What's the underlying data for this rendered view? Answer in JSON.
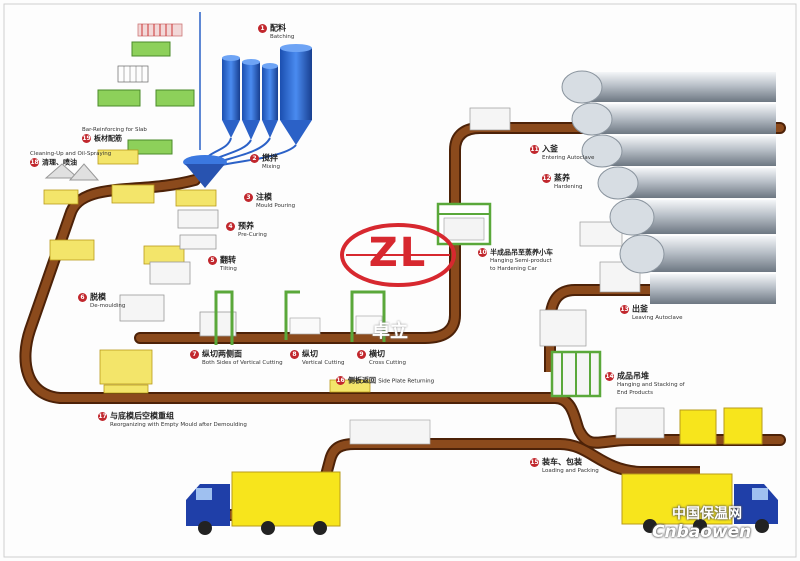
{
  "steps": [
    {
      "no": "1",
      "cn": "配料",
      "en": "Batching"
    },
    {
      "no": "2",
      "cn": "搅拌",
      "en": "Mixing"
    },
    {
      "no": "3",
      "cn": "注模",
      "en": "Mould Pouring"
    },
    {
      "no": "4",
      "cn": "预养",
      "en": "Pre-Curing"
    },
    {
      "no": "5",
      "cn": "翻转",
      "en": "Tilting"
    },
    {
      "no": "6",
      "cn": "脱模",
      "en": "De-moulding"
    },
    {
      "no": "7",
      "cn": "纵切两侧面",
      "en": "Both Sides of Vertical Cutting"
    },
    {
      "no": "8",
      "cn": "纵切",
      "en": "Vertical Cutting"
    },
    {
      "no": "9",
      "cn": "横切",
      "en": "Cross Cutting"
    },
    {
      "no": "10",
      "cn": "半成品吊至蒸养小车",
      "en": "Hanging Semi-product to Hardening Car"
    },
    {
      "no": "11",
      "cn": "入釜",
      "en": "Entering Autoclave"
    },
    {
      "no": "12",
      "cn": "蒸养",
      "en": "Hardening"
    },
    {
      "no": "13",
      "cn": "出釜",
      "en": "Leaving Autoclave"
    },
    {
      "no": "14",
      "cn": "成品吊堆",
      "en": "Hanging and Stacking of End Products"
    },
    {
      "no": "15",
      "cn": "装车、包装",
      "en": "Loading and Packing"
    },
    {
      "no": "16",
      "cn": "侧板返回",
      "en": "Side Plate Returning"
    },
    {
      "no": "17",
      "cn": "与底模后空模重组",
      "en": "Reorganizing with Empty Mould after Demoulding"
    },
    {
      "no": "18",
      "cn": "清理、喷油",
      "en": "Cleaning-Up and Oil-Spraying"
    },
    {
      "no": "19",
      "cn": "板材配筋",
      "en": "Bar-Reinforcing for Slab"
    }
  ],
  "logo": {
    "text": "ZL",
    "subtext": "卓立"
  },
  "watermark": {
    "cn": "中国保温网",
    "en": "Cnbaowen"
  },
  "colors": {
    "track": "#7a3b14",
    "track_edge": "#4d2208",
    "logo_red": "#d7282f",
    "silo": "#2f6fd6",
    "truck_cab": "#1f3fa8",
    "truck_box": "#f7e51c",
    "mould": "#f3e56a",
    "rebar": "#7cc04b"
  }
}
